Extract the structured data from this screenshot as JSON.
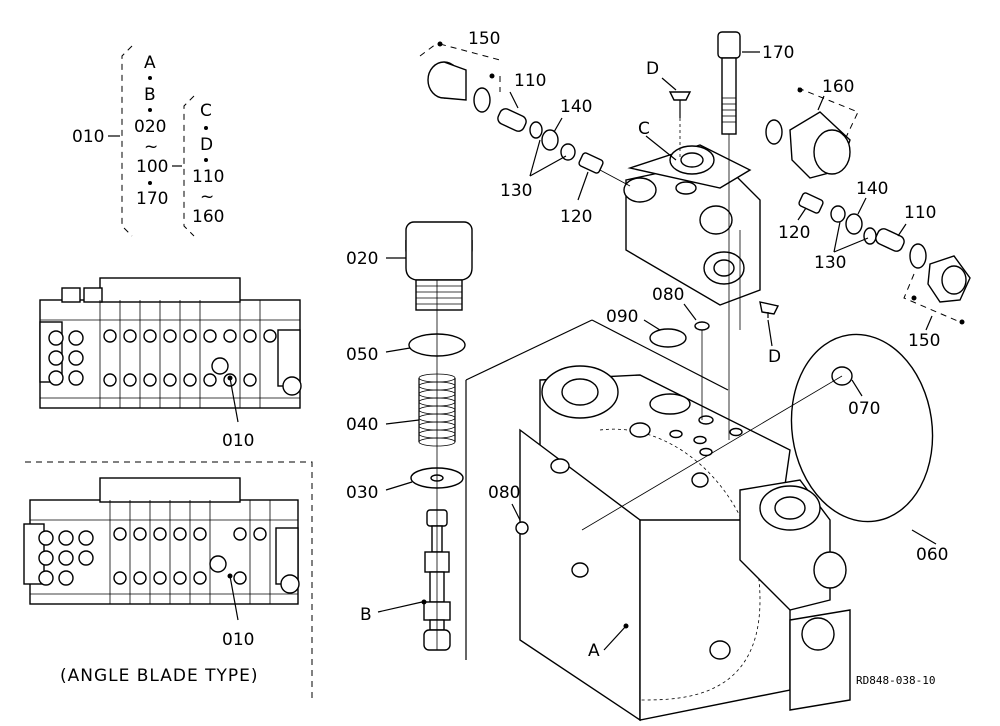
{
  "tree": {
    "root": "010",
    "group1": [
      "A",
      "B",
      "020",
      "~",
      "100",
      "170"
    ],
    "group2": [
      "C",
      "D",
      "110",
      "~",
      "160"
    ]
  },
  "overviews": [
    {
      "callout": "010"
    },
    {
      "callout": "010",
      "caption": "(ANGLE BLADE TYPE)"
    }
  ],
  "labels": {
    "p150_top": "150",
    "p110_top": "110",
    "p140_top": "140",
    "p130_top": "130",
    "p120_top": "120",
    "d_top": "D",
    "c_block": "C",
    "p170": "170",
    "p160": "160",
    "p140_right": "140",
    "p120_right": "120",
    "p130_right": "130",
    "p110_right": "110",
    "p150_right": "150",
    "d_right": "D",
    "p080_top": "080",
    "p090": "090",
    "p070": "070",
    "p060": "060",
    "p080_left": "080",
    "p020": "020",
    "p050": "050",
    "p040": "040",
    "p030": "030",
    "b_spool": "B",
    "a_body": "A"
  },
  "drawing_ref": "RD848-038-10"
}
